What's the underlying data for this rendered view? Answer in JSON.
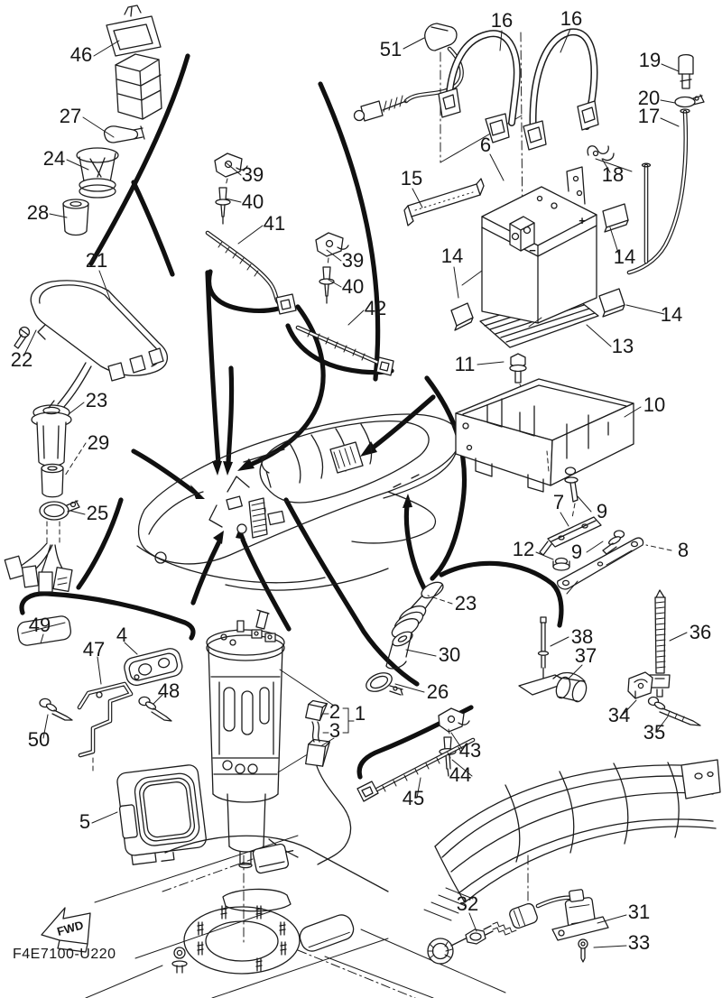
{
  "diagram": {
    "part_code": "F4E7100-U220",
    "fwd_label": "FWD",
    "battery": {
      "plus": "+",
      "minus": "−"
    },
    "colors": {
      "line": "#1c1c1c",
      "background": "#ffffff"
    },
    "callouts": [
      "46",
      "27",
      "24",
      "28",
      "21",
      "22",
      "23",
      "29",
      "25",
      "51",
      "16",
      "16",
      "39",
      "40",
      "41",
      "39",
      "40",
      "42",
      "6",
      "15",
      "14",
      "14",
      "14",
      "13",
      "11",
      "10",
      "19",
      "20",
      "17",
      "18",
      "7",
      "9",
      "12",
      "9",
      "8",
      "23",
      "30",
      "26",
      "38",
      "37",
      "36",
      "34",
      "35",
      "49",
      "4",
      "47",
      "48",
      "50",
      "5",
      "2",
      "1",
      "3",
      "43",
      "44",
      "45",
      "32",
      "31",
      "33"
    ]
  }
}
